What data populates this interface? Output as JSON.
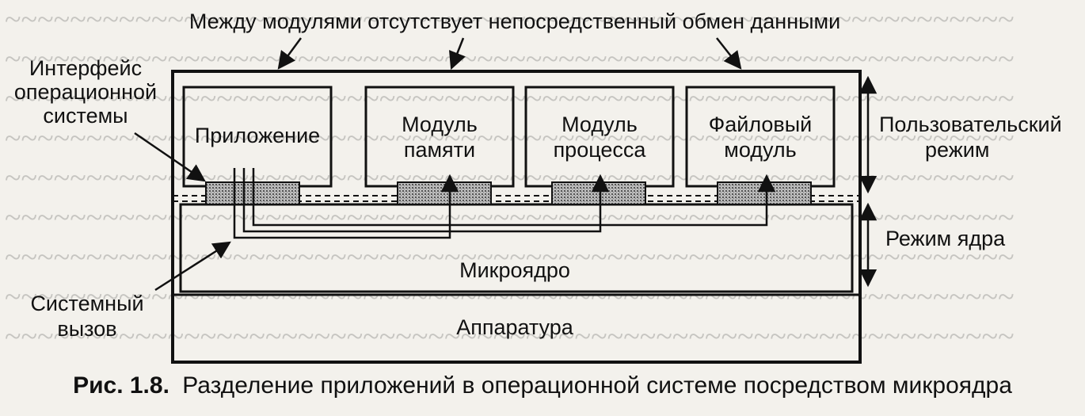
{
  "diagram": {
    "labels": {
      "top_note": "Между модулями отсутствует непосредственный обмен данными",
      "os_interface": [
        "Интерфейс",
        "операционной",
        "системы"
      ],
      "application": "Приложение",
      "memory_module": [
        "Модуль",
        "памяти"
      ],
      "process_module": [
        "Модуль",
        "процесса"
      ],
      "file_module": [
        "Файловый",
        "модуль"
      ],
      "user_mode": [
        "Пользовательский",
        "режим"
      ],
      "kernel_mode": "Режим ядра",
      "microkernel": "Микроядро",
      "system_call": [
        "Системный",
        "вызов"
      ],
      "hardware": "Аппаратура"
    },
    "caption": {
      "number": "Рис. 1.8.",
      "text": "Разделение приложений в операционной системе посредством микроядра"
    }
  },
  "colors": {
    "background": "#f3f1ec",
    "ink": "#111111",
    "interface_fill": "#a9a9a9"
  }
}
